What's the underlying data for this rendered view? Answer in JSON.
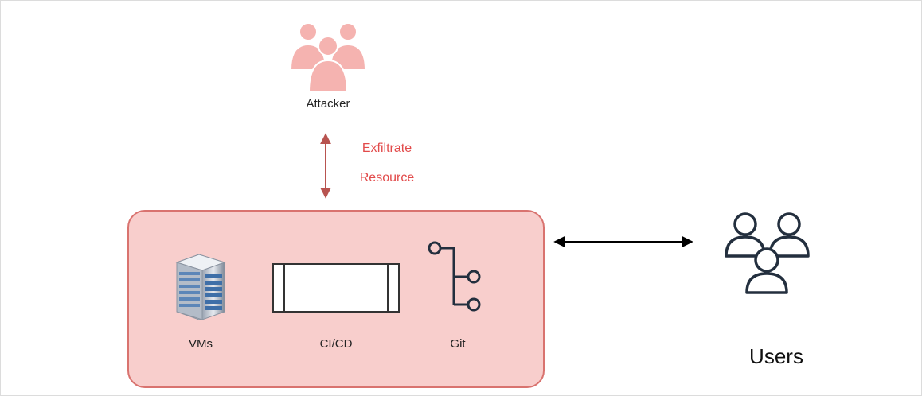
{
  "nodes": {
    "attacker": {
      "label": "Attacker",
      "icon": "users-group-icon"
    },
    "vms": {
      "label": "VMs",
      "icon": "server-rack-icon"
    },
    "cicd": {
      "label": "CI/CD",
      "icon": "process-block-icon"
    },
    "git": {
      "label": "Git",
      "icon": "git-branch-icon"
    },
    "users": {
      "label": "Users",
      "icon": "users-outline-icon"
    }
  },
  "edges": {
    "attacker_to_group": {
      "label_line1": "Exfiltrate",
      "label_line2": "Resource",
      "color": "#b85450"
    },
    "group_to_users": {
      "color": "#000000"
    }
  },
  "colors": {
    "group_fill": "#f8cecc",
    "group_stroke": "#d9736f",
    "attacker_fill": "#f5b3b0",
    "edge_label": "#e24b4b",
    "users_stroke": "#232f3e"
  }
}
